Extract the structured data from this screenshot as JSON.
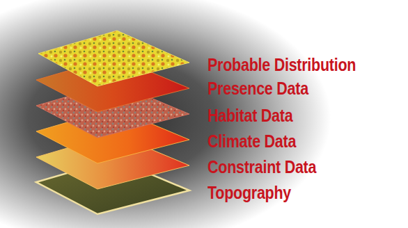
{
  "diagram": {
    "labels": [
      "Probable Distribution",
      "Presence Data",
      "Habitat Data",
      "Climate Data",
      "Constraint Data",
      "Topography"
    ]
  }
}
